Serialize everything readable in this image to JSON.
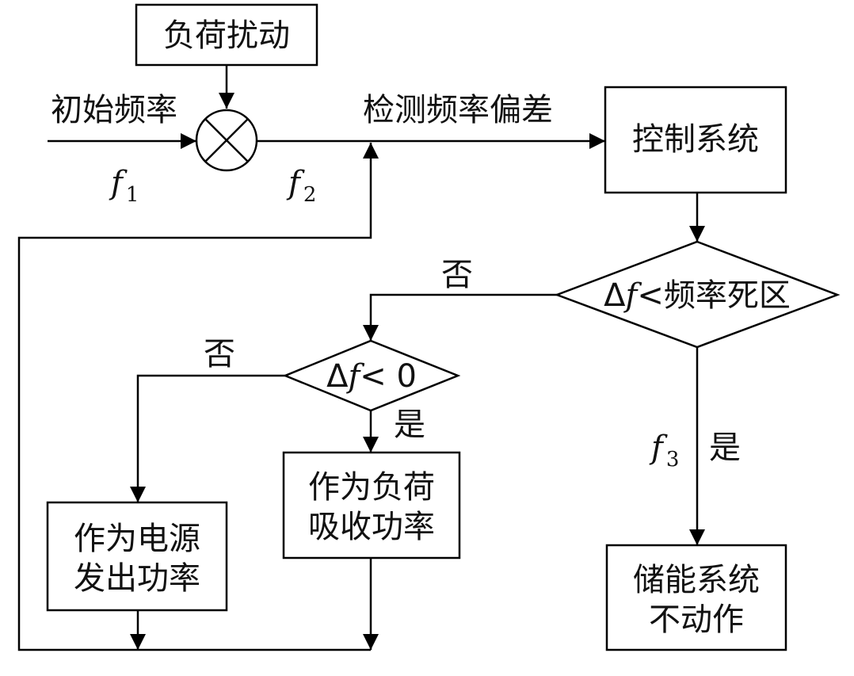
{
  "nodes": {
    "load_disturbance": "负荷扰动",
    "control_system": "控制系统",
    "decision_deadband": {
      "delta": "Δ",
      "var": "f",
      "rest": "<频率死区"
    },
    "decision_negative": {
      "delta": "Δ",
      "var": "f",
      "rest": "< 0"
    },
    "act_as_load": [
      "作为负荷",
      "吸收功率"
    ],
    "act_as_source": [
      "作为电源",
      "发出功率"
    ],
    "storage_idle": [
      "储能系统",
      "不动作"
    ]
  },
  "labels": {
    "initial_frequency": "初始频率",
    "detect_deviation": "检测频率偏差",
    "f1": {
      "var": "f",
      "sub": "1"
    },
    "f2": {
      "var": "f",
      "sub": "2"
    },
    "f3": {
      "var": "f",
      "sub": "3"
    },
    "no_1": "否",
    "no_2": "否",
    "yes_1": "是",
    "yes_2": "是"
  }
}
